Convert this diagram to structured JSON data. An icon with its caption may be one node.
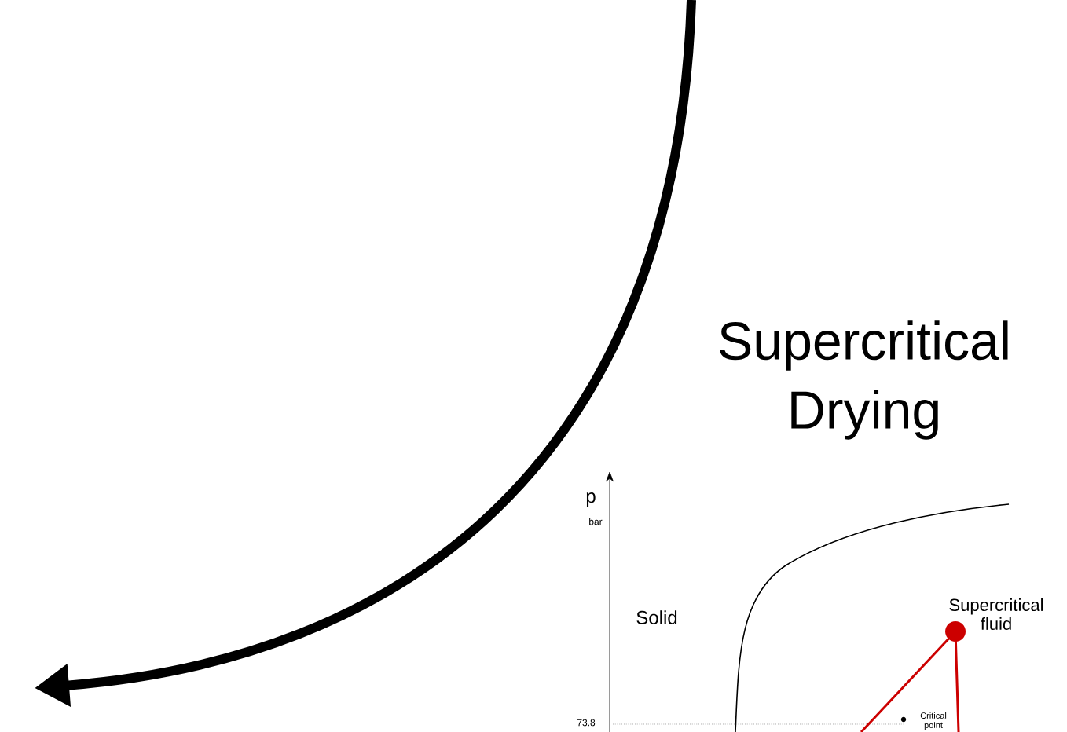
{
  "diagram": {
    "title": "Supercritical Drying",
    "labels": [
      "p",
      "bar",
      "Solid",
      "Supercritical fluid",
      "73.8",
      "Critical point"
    ]
  }
}
